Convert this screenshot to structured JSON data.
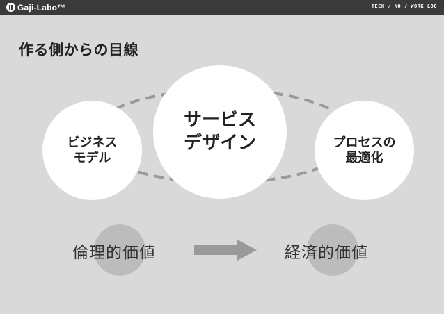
{
  "header": {
    "logo_text": "Gaji-Labo™",
    "right_text": "TECH / NO / WORK LOG"
  },
  "slide": {
    "title": "作る側からの目線",
    "circles": {
      "left": "ビジネス\nモデル",
      "center": "サービス\nデザイン",
      "right": "プロセスの\n最適化"
    },
    "values": {
      "left": "倫理的価値",
      "right": "経済的価値"
    }
  },
  "colors": {
    "background": "#d9d9d9",
    "header": "#3a3a3a",
    "circle": "#ffffff",
    "value_circle": "#bcbcbc",
    "arrow": "#9a9a9a",
    "dashed_ring": "#9a9a9a"
  },
  "icons": {
    "logo": "gaji-labo-logo-icon",
    "arrow": "right-arrow-icon"
  }
}
